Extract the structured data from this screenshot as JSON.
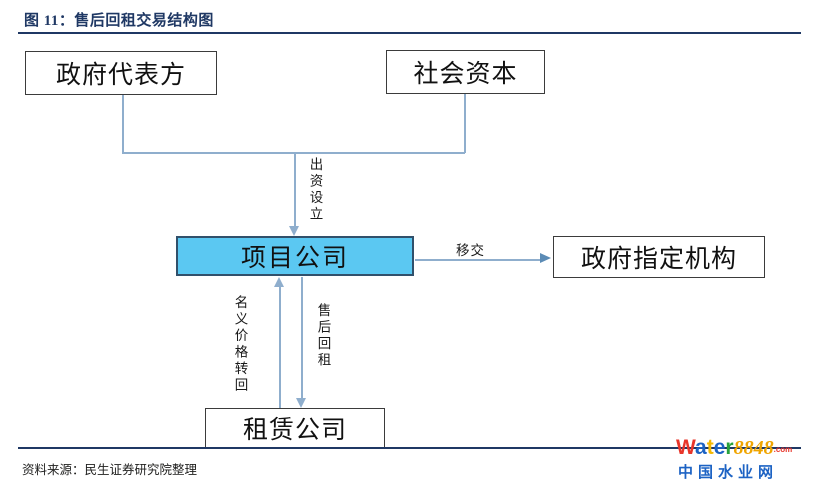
{
  "figure": {
    "title": "图 11：售后回租交易结构图",
    "source": "资料来源：民生证券研究院整理"
  },
  "diagram": {
    "type": "flowchart",
    "nodes": [
      {
        "id": "gov-rep",
        "label": "政府代表方",
        "fill": "#ffffff",
        "highlight": false
      },
      {
        "id": "capital",
        "label": "社会资本",
        "fill": "#ffffff",
        "highlight": false
      },
      {
        "id": "project",
        "label": "项目公司",
        "fill": "#5BC8F2",
        "highlight": true
      },
      {
        "id": "gov-inst",
        "label": "政府指定机构",
        "fill": "#ffffff",
        "highlight": false
      },
      {
        "id": "lease",
        "label": "租赁公司",
        "fill": "#ffffff",
        "highlight": false
      }
    ],
    "edges": [
      {
        "id": "fund",
        "label": "出资设立",
        "from": "gov-rep+capital",
        "to": "project",
        "direction": "down",
        "orientation": "vertical"
      },
      {
        "id": "transfer",
        "label": "移交",
        "from": "project",
        "to": "gov-inst",
        "direction": "right",
        "orientation": "horizontal"
      },
      {
        "id": "nominal",
        "label": "名义价格转回",
        "from": "lease",
        "to": "project",
        "direction": "up",
        "orientation": "vertical"
      },
      {
        "id": "leaseback",
        "label": "售后回租",
        "from": "project",
        "to": "lease",
        "direction": "down",
        "orientation": "vertical"
      }
    ],
    "colors": {
      "title": "#1f3864",
      "rule": "#1f3864",
      "connector": "#8faecd",
      "node_border": "#3b3b3b",
      "highlight_fill": "#5BC8F2",
      "highlight_border": "#31506b"
    }
  },
  "watermark": {
    "letters": [
      "W",
      "a",
      "t",
      "e",
      "r"
    ],
    "number": "8848",
    "tld": ".com",
    "subtitle": "中国水业网",
    "colors": {
      "W": "#e8352a",
      "a": "#1d63c4",
      "t": "#f5b800",
      "e": "#1d63c4",
      "r": "#28a23c",
      "number": "#f0a500",
      "tld": "#e8352a",
      "subtitle": "#1d63c4"
    }
  }
}
